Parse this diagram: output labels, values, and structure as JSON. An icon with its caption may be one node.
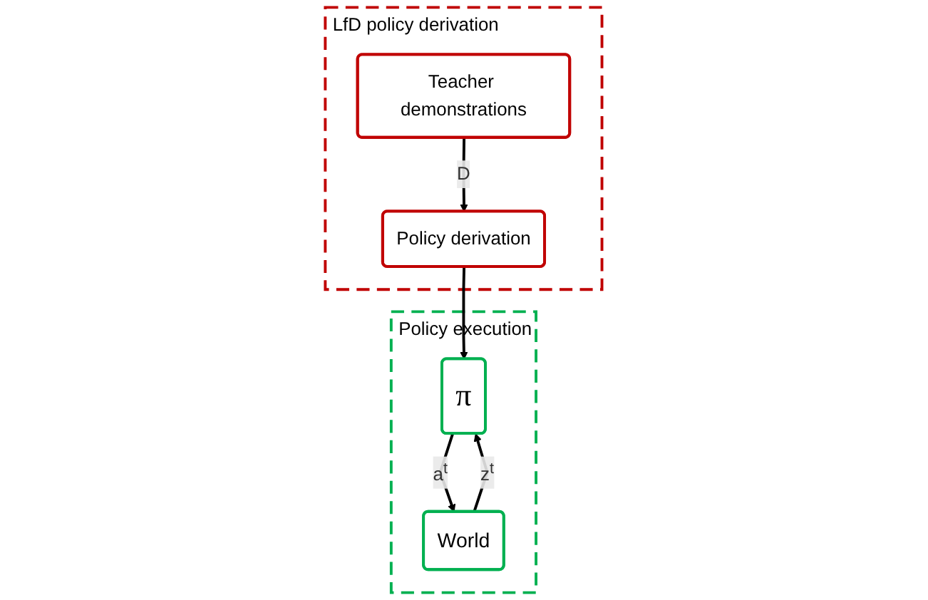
{
  "diagram": {
    "nodes": [
      {
        "text": [
          "LfD policy derivation"
        ]
      },
      {
        "text": [
          "Teacher demonstrations"
        ],
        "in": 0
      },
      {
        "text": [
          "Policy derivation"
        ],
        "in": 0
      },
      {
        "text": [
          "Policy execution"
        ]
      },
      {
        "text": [
          "π"
        ],
        "in": 3
      },
      {
        "text": [
          "World"
        ],
        "in": 3
      }
    ],
    "edges": [
      {
        "from": 1,
        "to": 2,
        "arrow": "to",
        "label": "D"
      },
      {
        "from": 2,
        "to": 4,
        "arrow": "to"
      },
      {
        "from": 5,
        "to": 4,
        "arrow": "to",
        "label": "z$^{t}$"
      },
      {
        "from": 4,
        "to": 5,
        "arrow": "to",
        "label": "a$^{t}$"
      }
    ]
  }
}
